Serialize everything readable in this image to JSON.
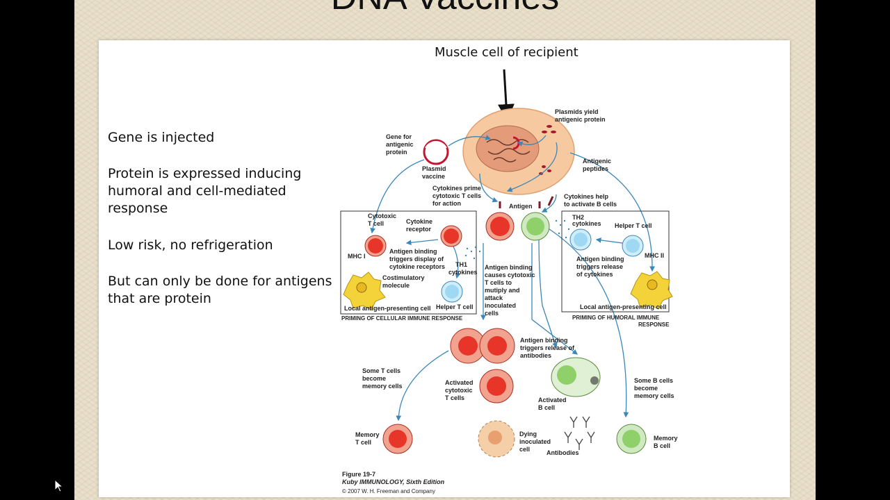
{
  "slide": {
    "title": "DNA Vaccines",
    "bullets": [
      "Gene is injected",
      "Protein is expressed inducing humoral and cell-mediated response",
      "Low risk, no refrigeration",
      "But can only be done for antigens that are protein"
    ]
  },
  "figure": {
    "muscle_caption": "Muscle cell of recipient",
    "labels": {
      "plasmids_yield": "Plasmids yield antigenic protein",
      "gene_for_antigenic": "Gene for antigenic protein",
      "plasmid_vaccine": "Plasmid vaccine",
      "antigenic_peptides": "Antigenic peptides",
      "cytokines_prime": "Cytokines prime cytotoxic T cells for action",
      "antigen": "Antigen",
      "cytokines_help": "Cytokines help to activate B cells",
      "cytotoxic_t_cell": "Cytotoxic T cell",
      "cytokine_receptor": "Cytokine receptor",
      "mhc1": "MHC I",
      "antigen_binding_display": "Antigen binding triggers display of cytokine receptors",
      "th1_cytokines": "TH1 cytokines",
      "costimulatory": "Costimulatory molecule",
      "helper_t_left": "Helper T cell",
      "local_apc_left": "Local antigen-presenting cell",
      "priming_cellular": "PRIMING OF CELLULAR IMMUNE RESPONSE",
      "th2_cytokines": "TH2 cytokines",
      "helper_t_right": "Helper T cell",
      "mhc2": "MHC II",
      "antigen_binding_release": "Antigen binding triggers release of cytokines",
      "local_apc_right": "Local antigen-presenting cell",
      "priming_humoral": "PRIMING OF HUMORAL IMMUNE RESPONSE",
      "antigen_binding_causes": "Antigen binding causes cytotoxic T cells to mutiply and attack inoculated cells",
      "antigen_binding_antibodies": "Antigen binding triggers release of antibodies",
      "some_t_memory": "Some T cells become memory cells",
      "activated_cytotoxic": "Activated cytotoxic T cells",
      "activated_b": "Activated B cell",
      "some_b_memory": "Some B cells become memory cells",
      "memory_t": "Memory T cell",
      "dying_cell": "Dying inoculated cell",
      "antibodies": "Antibodies",
      "memory_b": "Memory B cell"
    },
    "caption": {
      "figure_no": "Figure 19-7",
      "book": "Kuby IMMUNOLOGY, Sixth Edition",
      "copyright": "© 2007 W. H. Freeman and Company"
    }
  },
  "colors": {
    "slide_bg": "#e9e0cc",
    "muscle_cell": "#f7c9a0",
    "cytotoxic_t": "#e8352a",
    "helper_t": "#9fd8f2",
    "b_cell": "#8fd06a",
    "apc": "#f3d23a",
    "arrow_blue": "#3a87b8"
  }
}
